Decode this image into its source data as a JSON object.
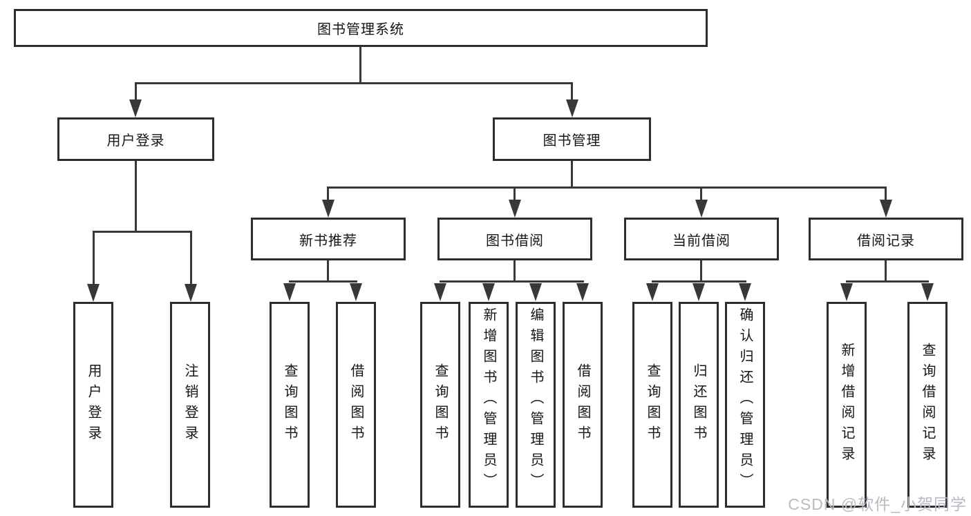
{
  "diagram": {
    "root": "图书管理系统",
    "branches": [
      {
        "label": "用户登录",
        "leaves": [
          "用户登录",
          "注销登录"
        ]
      },
      {
        "label": "图书管理",
        "sections": [
          {
            "label": "新书推荐",
            "leaves": [
              "查询图书",
              "借阅图书"
            ]
          },
          {
            "label": "图书借阅",
            "leaves": [
              "查询图书",
              "新增图书（管理员）",
              "编辑图书（管理员）",
              "借阅图书"
            ]
          },
          {
            "label": "当前借阅",
            "leaves": [
              "查询图书",
              "归还图书",
              "确认归还（管理员）"
            ]
          },
          {
            "label": "借阅记录",
            "leaves": [
              "新增借阅记录",
              "查询借阅记录"
            ]
          }
        ]
      }
    ]
  },
  "watermark": "CSDN @软件_小贺同学",
  "colors": {
    "line": "#383838",
    "box_border": "#2d2d2d",
    "text": "#151515",
    "watermark": "#b6bcc2"
  }
}
